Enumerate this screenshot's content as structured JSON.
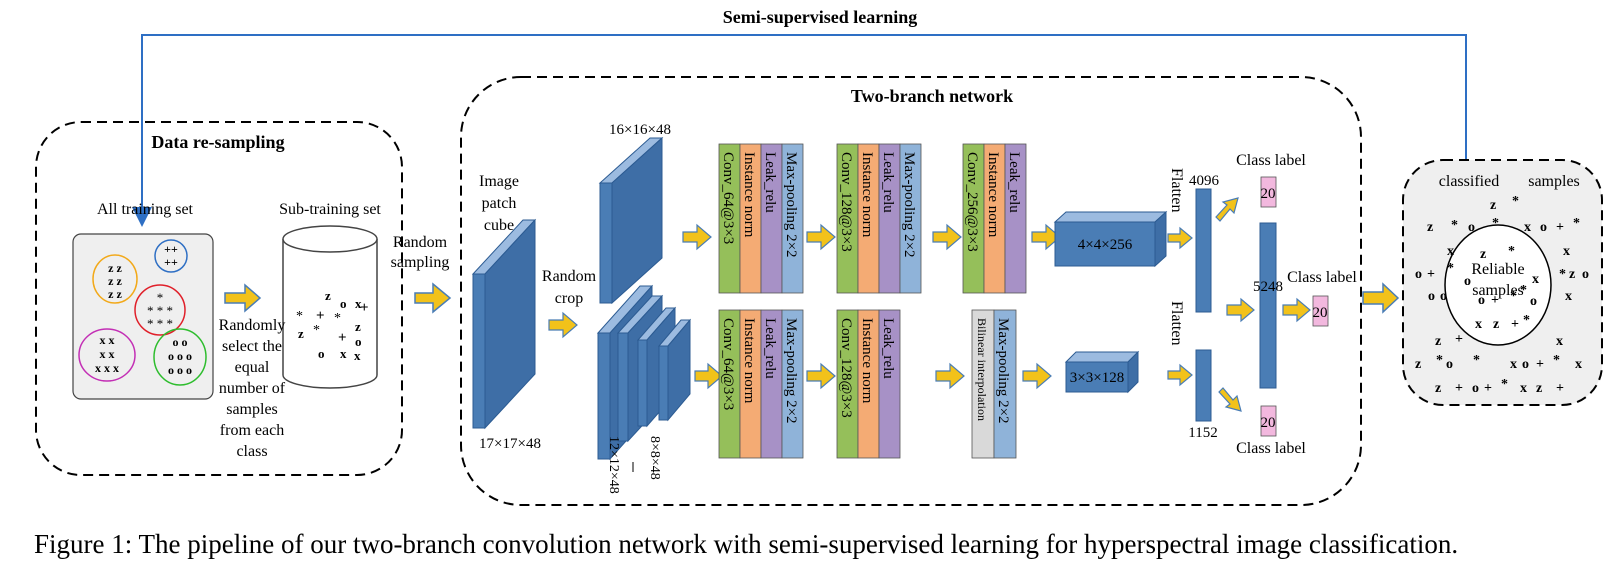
{
  "semi_supervised": "Semi-supervised learning",
  "data_resampling": {
    "title": "Data re-sampling",
    "all_training_set": "All training set",
    "sub_training_set": "Sub-training set",
    "select_text": [
      "Randomly",
      "select the",
      "equal",
      "number of",
      "samples",
      "from each",
      "class"
    ]
  },
  "random_sampling": [
    "Random",
    "sampling"
  ],
  "two_branch": {
    "title": "Two-branch network",
    "image_patch": [
      "Image",
      "patch",
      "cube"
    ],
    "patch_size": "17×17×48",
    "random_crop": [
      "Random",
      "crop"
    ],
    "crop_top_size": "16×16×48",
    "crop_bottom_size_a": "12×12×48",
    "crop_bottom_size_b": "8×8×48",
    "top_blocks": [
      [
        "Conv_64@3×3",
        "Instance norm",
        "Leak_relu",
        "Max-pooling 2×2"
      ],
      [
        "Conv_128@3×3",
        "Instance norm",
        "Leak_relu",
        "Max-pooling 2×2"
      ],
      [
        "Conv_256@3×3",
        "Instance norm",
        "Leak_relu"
      ]
    ],
    "bottom_blocks": [
      [
        "Conv_64@3×3",
        "Instance norm",
        "Leak_relu",
        "Max-pooling 2×2"
      ],
      [
        "Conv_128@3×3",
        "Instance norm",
        "Leak_relu"
      ],
      [
        "Bilinear interpolation",
        "Max-pooling 2×2"
      ]
    ],
    "top_feature": "4×4×256",
    "bottom_feature": "3×3×128",
    "flatten": "Flatten",
    "fc_top": "4096",
    "fc_mid": "5248",
    "fc_bottom": "1152",
    "class_label": "Class label",
    "class_count": "20"
  },
  "classified": {
    "title_left": "classified",
    "title_right": "samples",
    "reliable": [
      "Reliable",
      "samples"
    ]
  },
  "caption": "Figure 1: The pipeline of our two-branch convolution network with semi-supervised learning for hyperspectral image classification.",
  "colors": {
    "blue_box": "#4a7db5",
    "arrow_fill": "#f2c21a",
    "arrow_stroke": "#4a7db5",
    "conv": "#95bf5a",
    "norm": "#f4ab74",
    "relu": "#a791c6",
    "pool": "#8fb3d9",
    "bilinear": "#d9d9d9",
    "class_box": "#f2b8de",
    "semi_line": "#2e6fc4"
  }
}
